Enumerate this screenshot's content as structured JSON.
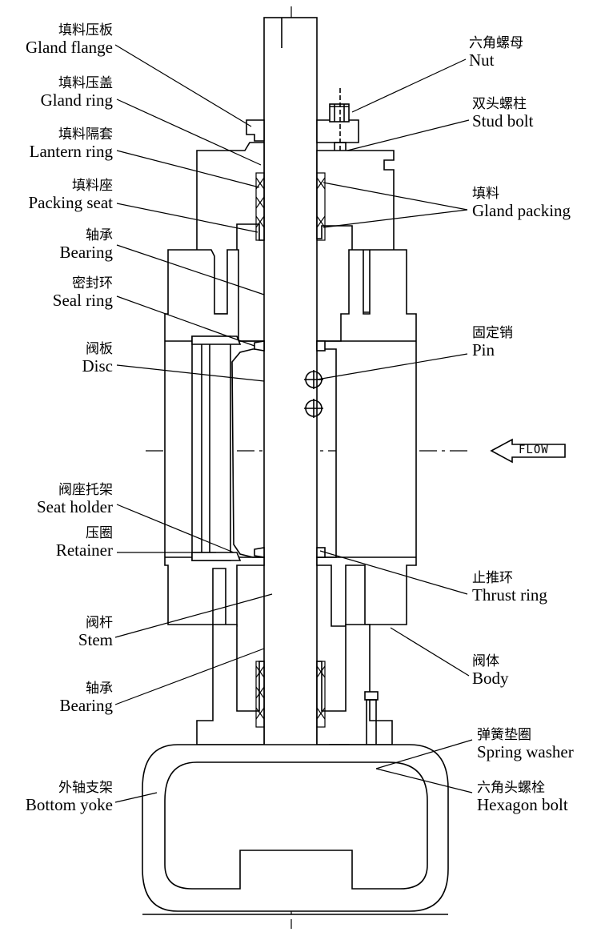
{
  "diagram": {
    "flow_label": "FLOW",
    "labels_left": [
      {
        "id": "gland-flange",
        "zh": "填料压板",
        "en": "Gland flange"
      },
      {
        "id": "gland-ring",
        "zh": "填料压盖",
        "en": "Gland ring"
      },
      {
        "id": "lantern-ring",
        "zh": "填料隔套",
        "en": "Lantern ring"
      },
      {
        "id": "packing-seat",
        "zh": "填料座",
        "en": "Packing seat"
      },
      {
        "id": "bearing-upper",
        "zh": "轴承",
        "en": "Bearing"
      },
      {
        "id": "seal-ring",
        "zh": "密封环",
        "en": "Seal ring"
      },
      {
        "id": "disc",
        "zh": "阀板",
        "en": "Disc"
      },
      {
        "id": "seat-holder",
        "zh": "阀座托架",
        "en": "Seat holder"
      },
      {
        "id": "retainer",
        "zh": "压圈",
        "en": "Retainer"
      },
      {
        "id": "stem",
        "zh": "阀杆",
        "en": "Stem"
      },
      {
        "id": "bearing-lower",
        "zh": "轴承",
        "en": "Bearing"
      },
      {
        "id": "bottom-yoke",
        "zh": "外轴支架",
        "en": "Bottom yoke"
      }
    ],
    "labels_right": [
      {
        "id": "nut",
        "zh": "六角螺母",
        "en": "Nut"
      },
      {
        "id": "stud-bolt",
        "zh": "双头螺柱",
        "en": "Stud bolt"
      },
      {
        "id": "gland-packing",
        "zh": "填料",
        "en": "Gland packing"
      },
      {
        "id": "pin",
        "zh": "固定销",
        "en": "Pin"
      },
      {
        "id": "thrust-ring",
        "zh": "止推环",
        "en": "Thrust ring"
      },
      {
        "id": "body",
        "zh": "阀体",
        "en": "Body"
      },
      {
        "id": "spring-washer",
        "zh": "弹簧垫圈",
        "en": "Spring washer"
      },
      {
        "id": "hexagon-bolt",
        "zh": "六角头螺栓",
        "en": "Hexagon bolt"
      }
    ]
  }
}
